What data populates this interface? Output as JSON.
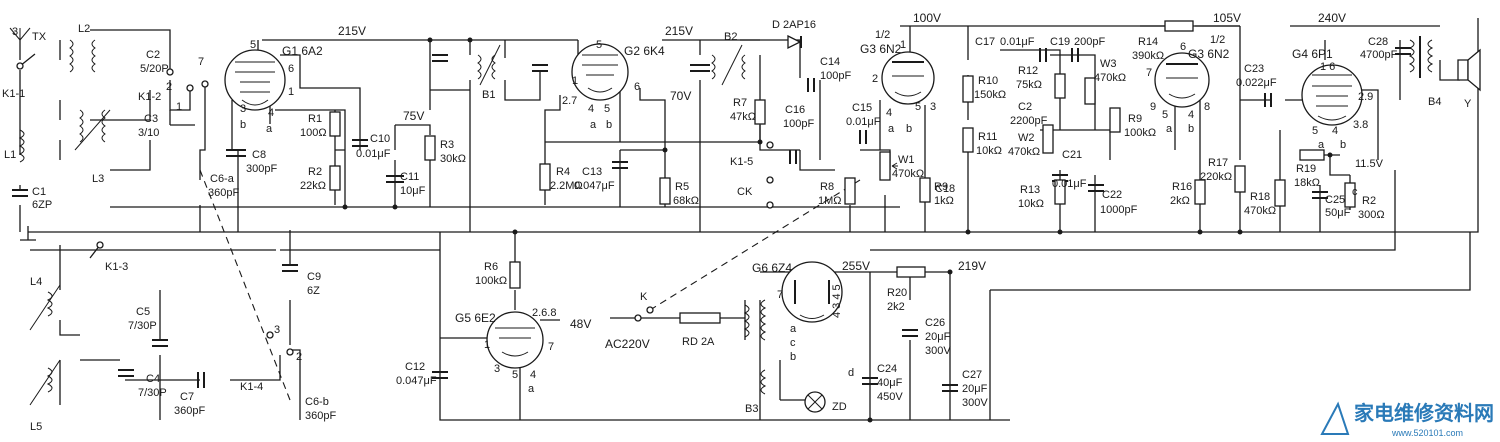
{
  "schematic": {
    "voltages": {
      "v215a": "215V",
      "v215b": "215V",
      "v75": "75V",
      "v70": "70V",
      "v48": "48V",
      "v100": "100V",
      "v105": "105V",
      "v240": "240V",
      "v255": "255V",
      "v219": "219V",
      "v29": "2.9",
      "v38": "3.8",
      "v115": "11.5V",
      "v27": "2.7",
      "v268": "2.6.8"
    },
    "tubes": {
      "g1": "G1  6A2",
      "g2": "G2  6K4",
      "g3a": "G3  6N2",
      "g3a_half": "1/2",
      "g3b": "G3  6N2",
      "g3b_half": "1/2",
      "g4": "G4  6P1",
      "g5": "G5  6E2",
      "g6": "G6  6Z4"
    },
    "capacitors": {
      "c1": "C1",
      "c1v": "6ZP",
      "c2a": "C2",
      "c2av": "5/20P",
      "c3": "C3",
      "c3v": "3/10",
      "c4": "C4",
      "c4v": "7/30P",
      "c5": "C5",
      "c5v": "7/30P",
      "c6a": "C6-a",
      "c6av": "360pF",
      "c6b": "C6-b",
      "c6bv": "360pF",
      "c7": "C7",
      "c7v": "360pF",
      "c8": "C8",
      "c8v": "300pF",
      "c9": "C9",
      "c9v": "6Z",
      "c10": "C10",
      "c10v": "0.01μF",
      "c11": "C11",
      "c11v": "10μF",
      "c12": "C12",
      "c12v": "0.047μF",
      "c13": "C13",
      "c13v": "0.047μF",
      "c14": "C14",
      "c14v": "100pF",
      "c15": "C15",
      "c15v": "0.01μF",
      "c16": "C16",
      "c16v": "100pF",
      "c17": "C17",
      "c17v": "0.01μF",
      "c18": "C18",
      "c19": "C19",
      "c19v": "200pF",
      "c2b": "C2",
      "c2bv": "2200pF",
      "c21": "C21",
      "c21v": "0.01μF",
      "c22": "C22",
      "c22v": "1000pF",
      "c23": "C23",
      "c23v": "0.022μF",
      "c24": "C24",
      "c24v1": "40μF",
      "c24v2": "450V",
      "c25": "C25",
      "c25v": "50μF",
      "c26": "C26",
      "c26v1": "20μF",
      "c26v2": "300V",
      "c27": "C27",
      "c27v1": "20μF",
      "c27v2": "300V",
      "c28": "C28",
      "c28v": "4700pF"
    },
    "resistors": {
      "r1": "R1",
      "r1v": "100Ω",
      "r2a": "R2",
      "r2av": "22kΩ",
      "r3": "R3",
      "r3v": "30kΩ",
      "r4": "R4",
      "r4v": "2.2MΩ",
      "r5": "R5",
      "r5v": "68kΩ",
      "r6": "R6",
      "r6v": "100kΩ",
      "r7": "R7",
      "r7v": "47kΩ",
      "r8": "R8",
      "r8v": "1MΩ",
      "r9a": "R9",
      "r9av": "1kΩ",
      "r9b": "R9",
      "r9bv": "100kΩ",
      "r10": "R10",
      "r10v": "150kΩ",
      "r11": "R11",
      "r11v": "10kΩ",
      "r12": "R12",
      "r12v": "75kΩ",
      "r13": "R13",
      "r13v": "10kΩ",
      "r14": "R14",
      "r14v": "390kΩ",
      "r16": "R16",
      "r16v": "2kΩ",
      "r17": "R17",
      "r17v": "220kΩ",
      "r18": "R18",
      "r18v": "470kΩ",
      "r19": "R19",
      "r19v": "18kΩ",
      "r2b": "R2",
      "r2bv": "300Ω",
      "r20": "R20",
      "r20v": "2k2",
      "w1": "W1",
      "w1v": "470kΩ",
      "w2": "W2",
      "w2v": "470kΩ",
      "w3": "W3",
      "w3v": "470kΩ"
    },
    "coils": {
      "l1": "L1",
      "l2": "L2",
      "l3": "L3",
      "l4": "L4",
      "l5": "L5",
      "b1": "B1",
      "b2": "B2",
      "b3": "B3",
      "b4": "B4"
    },
    "switches": {
      "k11": "K1-1",
      "k12": "K1-2",
      "k13": "K1-3",
      "k14": "K1-4",
      "k15": "K1-5",
      "k": "K",
      "ck": "CK",
      "tx": "TX"
    },
    "misc": {
      "ac": "AC220V",
      "rd": "RD  2A",
      "diode": "D  2AP16",
      "zd": "ZD",
      "speaker": "Y"
    },
    "pins": {
      "n1": "1",
      "n2": "2",
      "n3": "3",
      "n4": "4",
      "n5": "5",
      "n6": "6",
      "n7": "7",
      "n8": "8",
      "n9": "9",
      "na": "a",
      "nb": "b",
      "nc": "c",
      "nd": "d",
      "n16": "1  6",
      "n4345": "4 3 4 5"
    }
  },
  "watermark": {
    "cn": "家电维修资料网",
    "en": "www.520101.com"
  },
  "colors": {
    "ink": "#1a1a1a",
    "watermark": "#2a7ab8",
    "background": "#ffffff"
  }
}
